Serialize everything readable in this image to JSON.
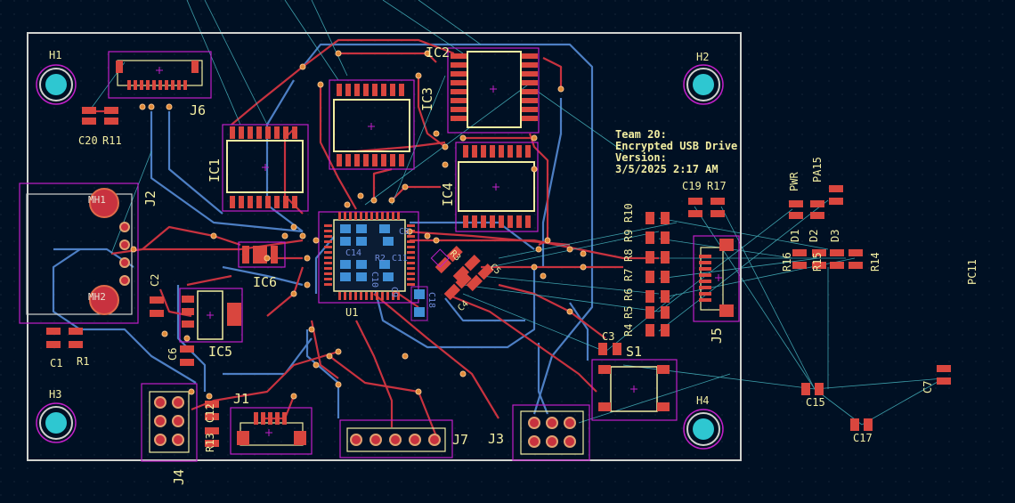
{
  "board_info": {
    "team": "Team 20:",
    "project": "Encrypted USB Drive",
    "version_label": "Version:",
    "timestamp": "3/5/2025 2:17 AM"
  },
  "refs": {
    "H1": "H1",
    "H2": "H2",
    "H3": "H3",
    "H4": "H4",
    "J1": "J1",
    "J2": "J2",
    "J3": "J3",
    "J4": "J4",
    "J5": "J5",
    "J6": "J6",
    "J7": "J7",
    "IC1": "IC1",
    "IC2": "IC2",
    "IC3": "IC3",
    "IC4": "IC4",
    "IC5": "IC5",
    "IC6": "IC6",
    "U1": "U1",
    "S1": "S1",
    "MH1": "MH1",
    "MH2": "MH2",
    "C1": "C1",
    "C2": "C2",
    "C3": "C3",
    "C4": "C4",
    "C5": "C5",
    "C6": "C6",
    "C7": "C7",
    "C8": "C8",
    "C9": "C9",
    "C10": "C10",
    "C11": "C11",
    "C12": "C12",
    "C13": "C13",
    "C14": "C14",
    "C15": "C15",
    "C17": "C17",
    "C19": "C19",
    "C20": "C20",
    "R1": "R1",
    "R2": "R2",
    "R3": "R3",
    "R4": "R4",
    "R5": "R5",
    "R6": "R6",
    "R7": "R7",
    "R8": "R8",
    "R9": "R9",
    "R10": "R10",
    "R11": "R11",
    "R13": "R13",
    "R14": "R14",
    "R15": "R15",
    "R16": "R16",
    "R17": "R17",
    "D1": "D1",
    "D2": "D2",
    "D3": "D3",
    "PWR": "PWR",
    "PA15": "PA15",
    "PC11": "PC11"
  },
  "colors": {
    "background": "#001023",
    "board_outline": "#d0d2cd",
    "front_copper": "#c8323f",
    "back_copper": "#4d7fc4",
    "pad": "#d9463e",
    "back_pad": "#3f8fd6",
    "courtyard": "#c01fc7",
    "silkscreen": "#f2eda1",
    "ratsnest": "#48b8c2",
    "mounting_hole": "#2ec7d1"
  }
}
